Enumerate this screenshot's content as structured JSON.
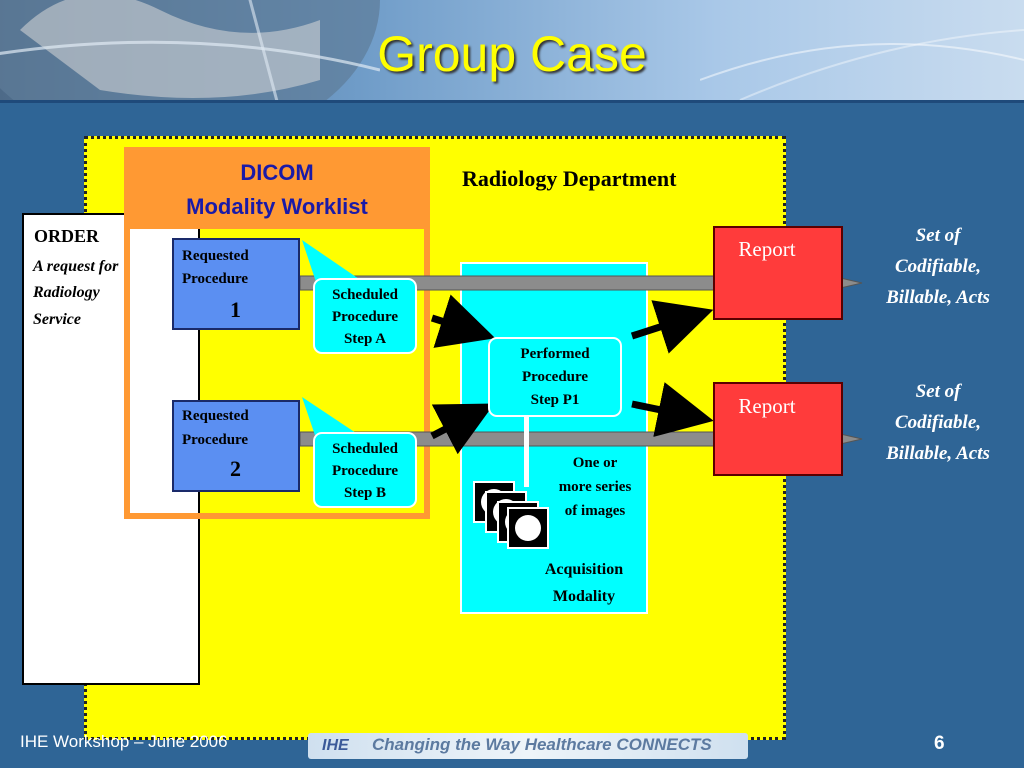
{
  "slide": {
    "title": "Group Case",
    "footer_left": "IHE Workshop – June 2006",
    "footer_logo": "IHE",
    "footer_slogan": "Changing the Way Healthcare CONNECTS",
    "page_number": "6"
  },
  "colors": {
    "background": "#2f6596",
    "department": "#ffff00",
    "worklist": "#ff9933",
    "requested": "#5b8ff2",
    "cyan": "#00ffff",
    "report": "#ff3b3b",
    "title": "#ffff00"
  },
  "diagram": {
    "department_label": "Radiology Department",
    "order": {
      "title": "ORDER",
      "description_lines": [
        "A request for",
        "Radiology",
        "Service"
      ]
    },
    "worklist": {
      "line1": "DICOM",
      "line2": "Modality Worklist"
    },
    "requested_procedures": [
      {
        "line1": "Requested",
        "line2": "Procedure",
        "number": "1"
      },
      {
        "line1": "Requested",
        "line2": "Procedure",
        "number": "2"
      }
    ],
    "scheduled_steps": [
      {
        "line1": "Scheduled",
        "line2": "Procedure",
        "line3": "Step A"
      },
      {
        "line1": "Scheduled",
        "line2": "Procedure",
        "line3": "Step B"
      }
    ],
    "performed_step": {
      "line1": "Performed",
      "line2": "Procedure",
      "line3": "Step P1"
    },
    "images_label": [
      "One or",
      "more series",
      "of images"
    ],
    "modality_label": [
      "Acquisition",
      "Modality"
    ],
    "reports": [
      {
        "label": "Report"
      },
      {
        "label": "Report"
      }
    ],
    "acts_labels": [
      [
        "Set of",
        "Codifiable,",
        "Billable, Acts"
      ],
      [
        "Set of",
        "Codifiable,",
        "Billable, Acts"
      ]
    ]
  }
}
